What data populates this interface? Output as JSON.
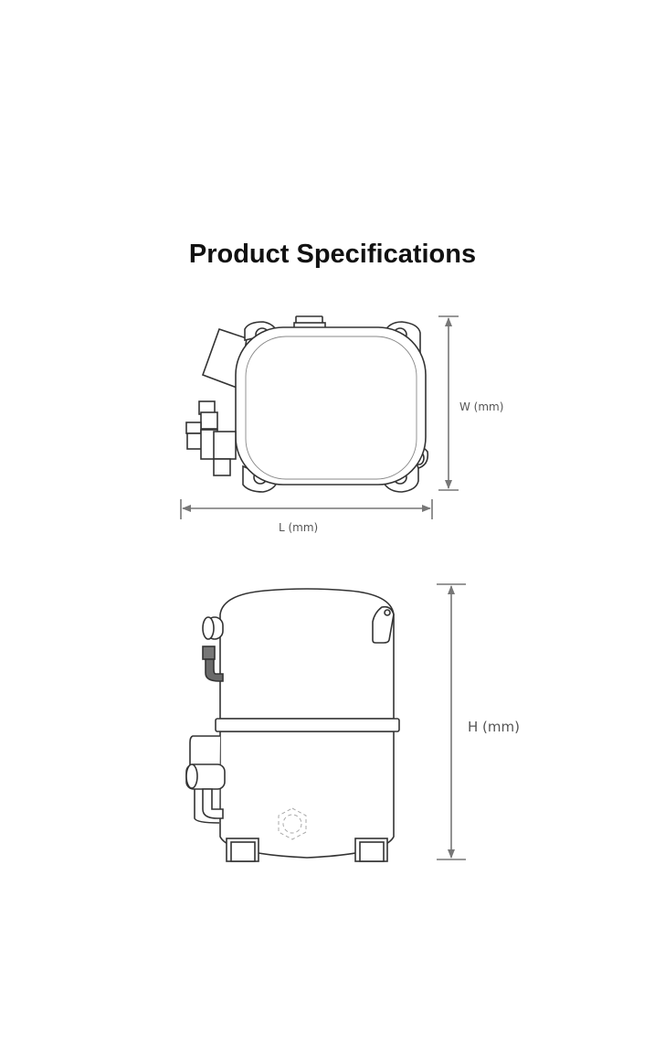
{
  "title": "Product Specifications",
  "top_view": {
    "width_label": "W (mm)",
    "length_label": "L (mm)"
  },
  "side_view": {
    "height_label": "H (mm)"
  },
  "colors": {
    "line": "#333333",
    "dimension": "#777777",
    "pipe": "#666666"
  }
}
